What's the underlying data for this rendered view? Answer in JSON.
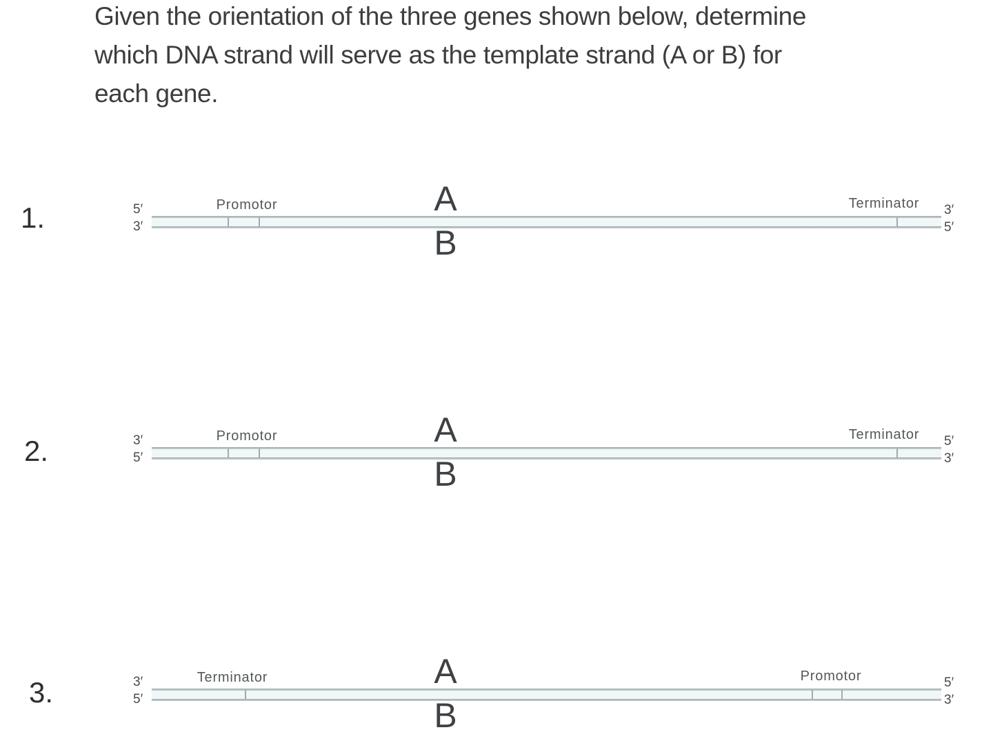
{
  "title": {
    "lines": [
      "Given the orientation of the three genes shown below, determine",
      "which DNA strand will serve as the template strand (A or B) for",
      "each gene."
    ]
  },
  "diagrams": [
    {
      "number": "1.",
      "ends": {
        "left_top": "5′",
        "left_bottom": "3′",
        "right_top": "3′",
        "right_bottom": "5′"
      },
      "features": {
        "left": "Promotor",
        "right": "Terminator"
      },
      "strands": {
        "top": "A",
        "bottom": "B"
      }
    },
    {
      "number": "2.",
      "ends": {
        "left_top": "3′",
        "left_bottom": "5′",
        "right_top": "5′",
        "right_bottom": "3′"
      },
      "features": {
        "left": "Promotor",
        "right": "Terminator"
      },
      "strands": {
        "top": "A",
        "bottom": "B"
      }
    },
    {
      "number": "3.",
      "ends": {
        "left_top": "3′",
        "left_bottom": "5′",
        "right_top": "5′",
        "right_bottom": "3′"
      },
      "features": {
        "left": "Terminator",
        "right": "Promotor"
      },
      "strands": {
        "top": "A",
        "bottom": "B"
      }
    }
  ],
  "colors": {
    "strand": "#a3b1b4",
    "strand_gap_fill": "#f1f7f7",
    "text": "#3d3d3d"
  }
}
